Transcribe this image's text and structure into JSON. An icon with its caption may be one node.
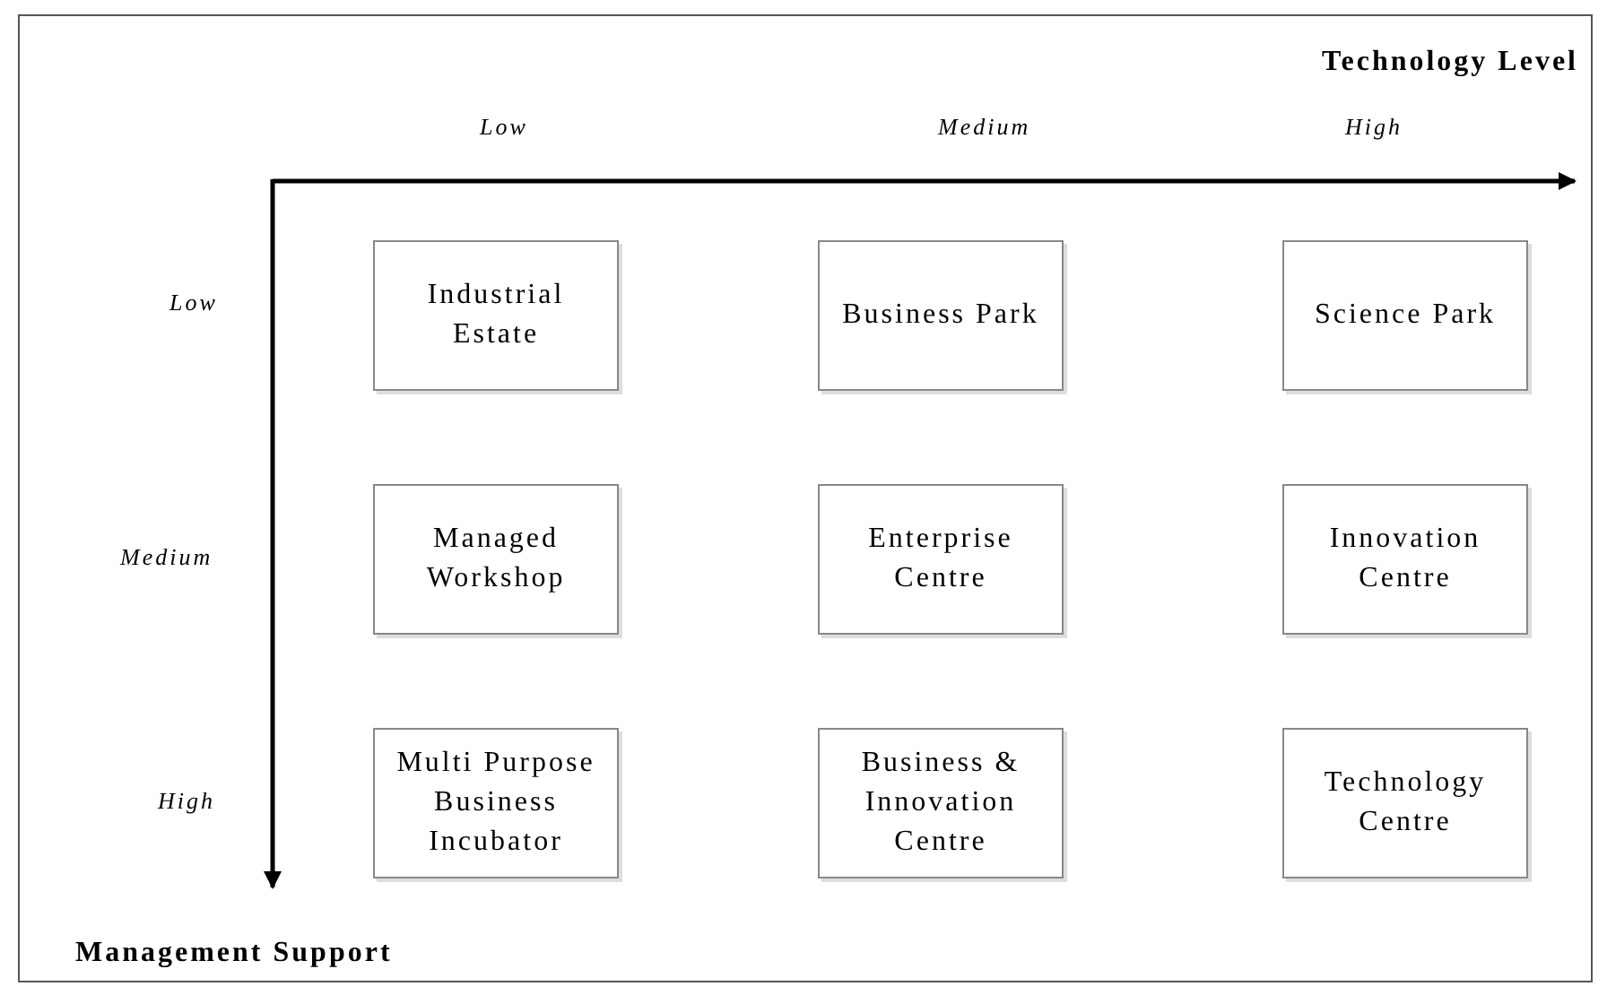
{
  "diagram": {
    "nodes": [
      {
        "text": [
          "Industrial Estate"
        ]
      },
      {
        "text": [
          "Business Park"
        ]
      },
      {
        "text": [
          "Science Park"
        ]
      },
      {
        "text": [
          "Managed Workshop"
        ]
      },
      {
        "text": [
          "Enterprise Centre"
        ]
      },
      {
        "text": [
          "Innovation Centre"
        ]
      },
      {
        "text": [
          "Multi Purpose Business Incubator"
        ]
      },
      {
        "text": [
          "Business & Innovation Centre"
        ]
      },
      {
        "text": [
          "Technology Centre"
        ]
      }
    ],
    "labels": [
      "Technology Level",
      "Low",
      "Medium",
      "High",
      "Low",
      "Medium",
      "High",
      "Management Support"
    ]
  }
}
